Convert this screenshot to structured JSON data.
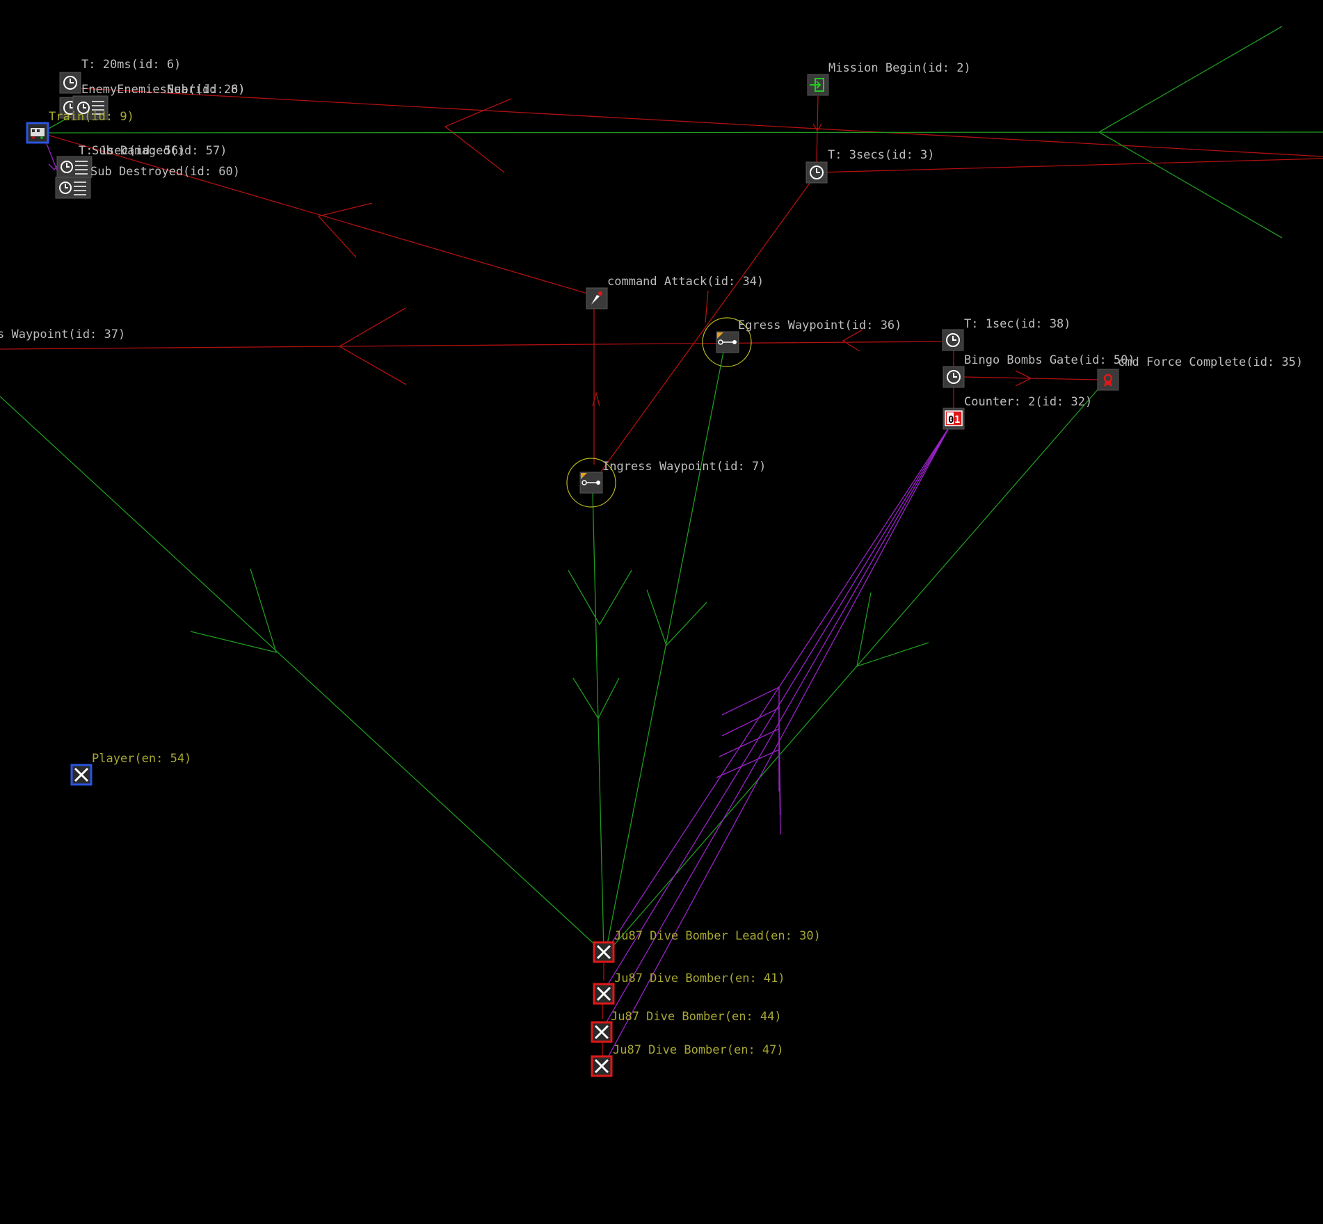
{
  "colors": {
    "background": "#000000",
    "link_red": "#b01010",
    "link_green": "#1f9a1f",
    "link_purple": "#9a22c8",
    "label_gray": "#bdbdbd",
    "label_olive": "#a8a832",
    "unit_red_border": "#e01818",
    "unit_blue_border": "#2a55e0",
    "waypoint_ring": "#b8b820"
  },
  "nodes": {
    "timer_6": {
      "label": "T: 20ms(id: 6)",
      "icon": "clock-icon"
    },
    "enemy_near": {
      "label": "EnemyEnemiesNear(id: 8)",
      "icon": "clock-icon"
    },
    "sub_26": {
      "label": "Sub(id: 26)",
      "icon": "list-icon"
    },
    "train_9": {
      "label": "Train(id: 9)",
      "icon": "train-icon"
    },
    "sub_damaged_57": {
      "label": "Sub Damaged(id: 57)",
      "icon": "list-icon"
    },
    "sub_destroyed_60": {
      "label": "Sub Destroyed(id: 60)",
      "icon": "list-icon"
    },
    "timer_56": {
      "label": "T: 1sec(id: 56)",
      "icon": "clock-icon"
    },
    "mission_begin_2": {
      "label": "Mission Begin(id: 2)",
      "icon": "enter-icon"
    },
    "timer_3": {
      "label": "T: 3secs(id: 3)",
      "icon": "clock-icon"
    },
    "command_attack_34": {
      "label": "command Attack(id: 34)",
      "icon": "attack-icon"
    },
    "waypoint_37": {
      "label": "s Waypoint(id: 37)",
      "icon": "waypoint-icon"
    },
    "egress_36": {
      "label": "Egress Waypoint(id: 36)",
      "icon": "waypoint-icon"
    },
    "timer_38": {
      "label": "T: 1sec(id: 38)",
      "icon": "clock-icon"
    },
    "bingo_50": {
      "label": "Bingo Bombs Gate(id: 50)",
      "icon": "clock-icon"
    },
    "force_complete_35": {
      "label": "cmd Force Complete(id: 35)",
      "icon": "force-complete-icon"
    },
    "counter_32": {
      "label": "Counter:  2(id: 32)",
      "icon": "counter-icon",
      "value": "01"
    },
    "ingress_7": {
      "label": "Ingress Waypoint(id: 7)",
      "icon": "waypoint-icon"
    },
    "player_54": {
      "label": "Player(en: 54)",
      "icon": "plane-icon"
    },
    "lead_30": {
      "label": "Ju87 Dive Bomber Lead(en: 30)",
      "icon": "plane-icon"
    },
    "bomber_41": {
      "label": "Ju87 Dive Bomber(en: 41)",
      "icon": "plane-icon"
    },
    "bomber_44": {
      "label": "Ju87 Dive Bomber(en: 44)",
      "icon": "plane-icon"
    },
    "bomber_47": {
      "label": "Ju87 Dive Bomber(en: 47)",
      "icon": "plane-icon"
    }
  }
}
